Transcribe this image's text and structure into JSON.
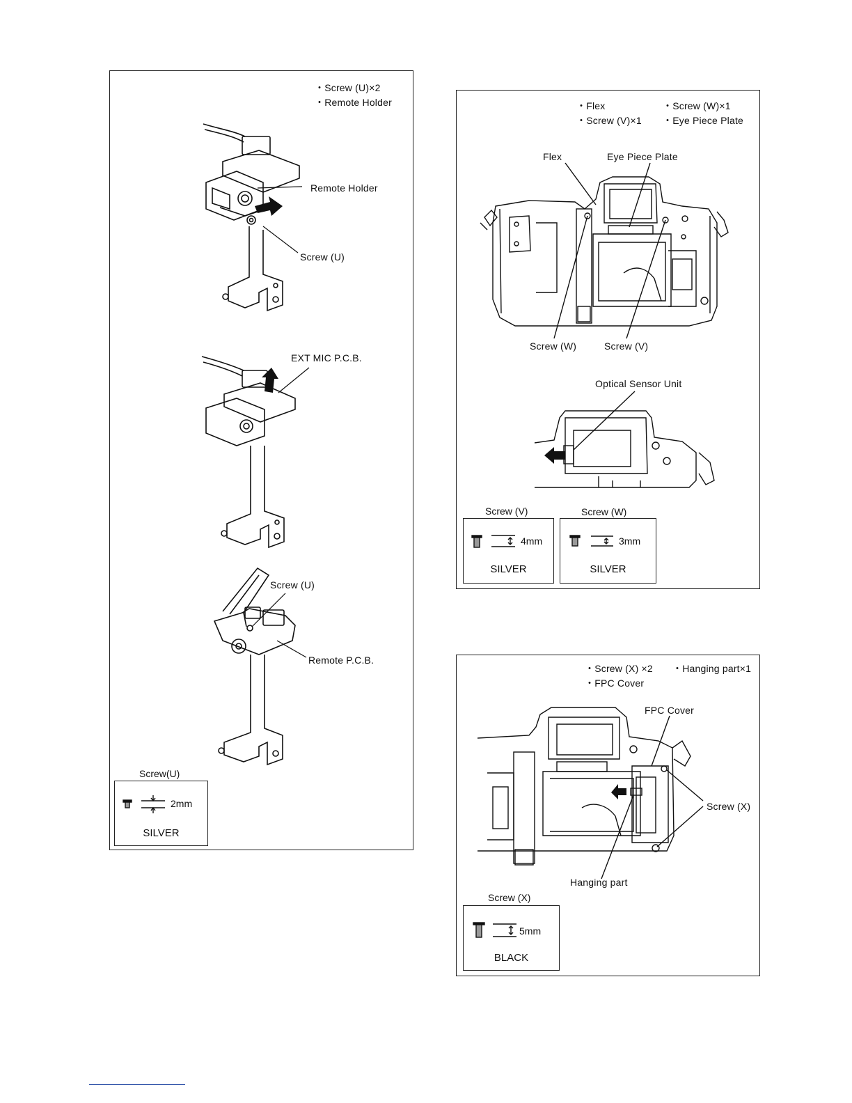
{
  "panel_left": {
    "steps": [
      "・Screw (U)×2",
      "・Remote Holder"
    ],
    "fig1": {
      "remote_holder": "Remote Holder",
      "screw_u": "Screw (U)"
    },
    "fig2": {
      "ext_mic_pcb": "EXT MIC P.C.B."
    },
    "fig3": {
      "screw_u": "Screw (U)",
      "remote_pcb": "Remote P.C.B."
    },
    "spec": {
      "title": "Screw(U)",
      "size": "2mm",
      "color": "SILVER"
    }
  },
  "panel_top_right": {
    "steps_col1": [
      "・Flex",
      "・Screw (V)×1"
    ],
    "steps_col2": [
      "・Screw (W)×1",
      "・Eye Piece Plate"
    ],
    "fig1": {
      "flex": "Flex",
      "eye_piece_plate": "Eye Piece Plate",
      "screw_w": "Screw (W)",
      "screw_v": "Screw (V)"
    },
    "fig2": {
      "optical_sensor_unit": "Optical Sensor Unit"
    },
    "spec_v": {
      "title": "Screw (V)",
      "size": "4mm",
      "color": "SILVER"
    },
    "spec_w": {
      "title": "Screw (W)",
      "size": "3mm",
      "color": "SILVER"
    }
  },
  "panel_bottom_right": {
    "steps_col1": [
      "・Screw (X) ×2",
      "・FPC Cover"
    ],
    "steps_col2": [
      "・Hanging part×1"
    ],
    "fig": {
      "fpc_cover": "FPC Cover",
      "screw_x": "Screw (X)",
      "hanging_part": "Hanging part"
    },
    "spec": {
      "title": "Screw (X)",
      "size": "5mm",
      "color": "BLACK"
    }
  }
}
